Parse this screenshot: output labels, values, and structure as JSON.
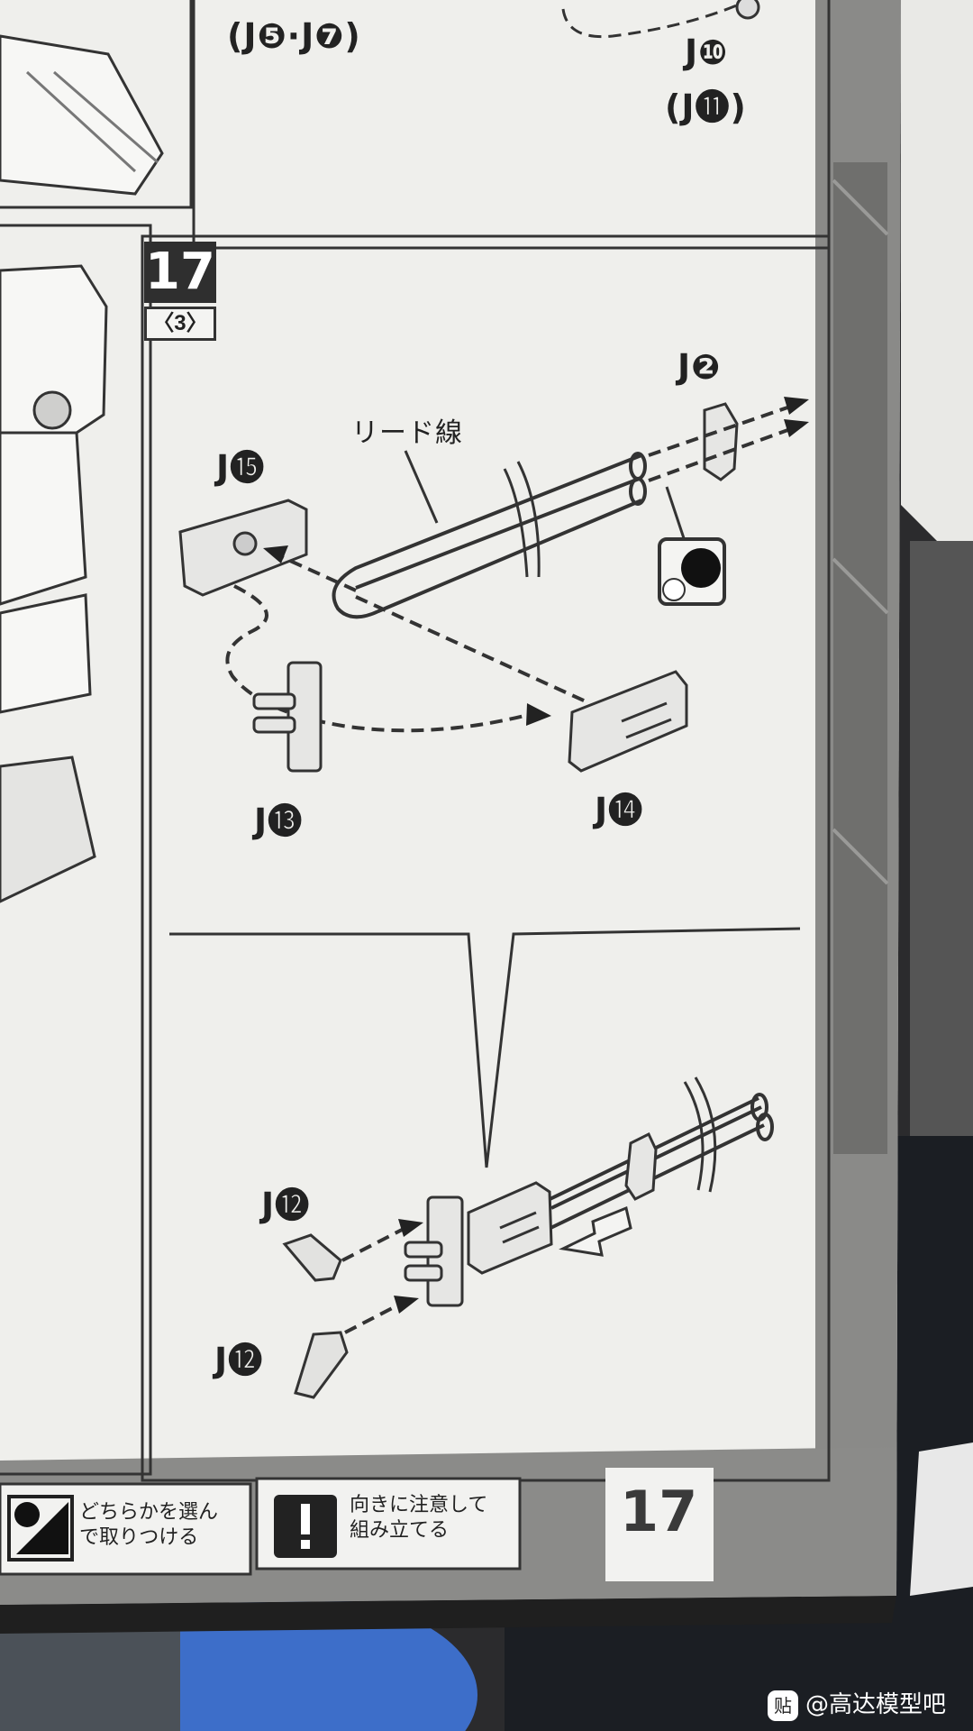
{
  "top_labels": {
    "j5_j7": "(J❺·J❼)",
    "j10": "J❿",
    "j11": "(J⓫)"
  },
  "step": {
    "number": "17",
    "sub": "〈3〉"
  },
  "main_diagram": {
    "wire_label": "リード線",
    "parts": {
      "j2": "J❷",
      "j15": "J⓯",
      "j13": "J⓭",
      "j14": "J⓮"
    }
  },
  "detail_diagram": {
    "parts": {
      "j12_top": "J⓬",
      "j12_bottom": "J⓬"
    }
  },
  "legend": {
    "choose_line1": "どちらかを選ん",
    "choose_line2": "で取りつける",
    "caution_line1": "向きに注意して",
    "caution_line2": "組み立てる"
  },
  "page_number": "17",
  "watermark": "@高达模型吧",
  "watermark_badge": "贴",
  "colors": {
    "paper": "#f2f2f0",
    "ink": "#222222",
    "dark_bg": "#2a2a2c"
  }
}
